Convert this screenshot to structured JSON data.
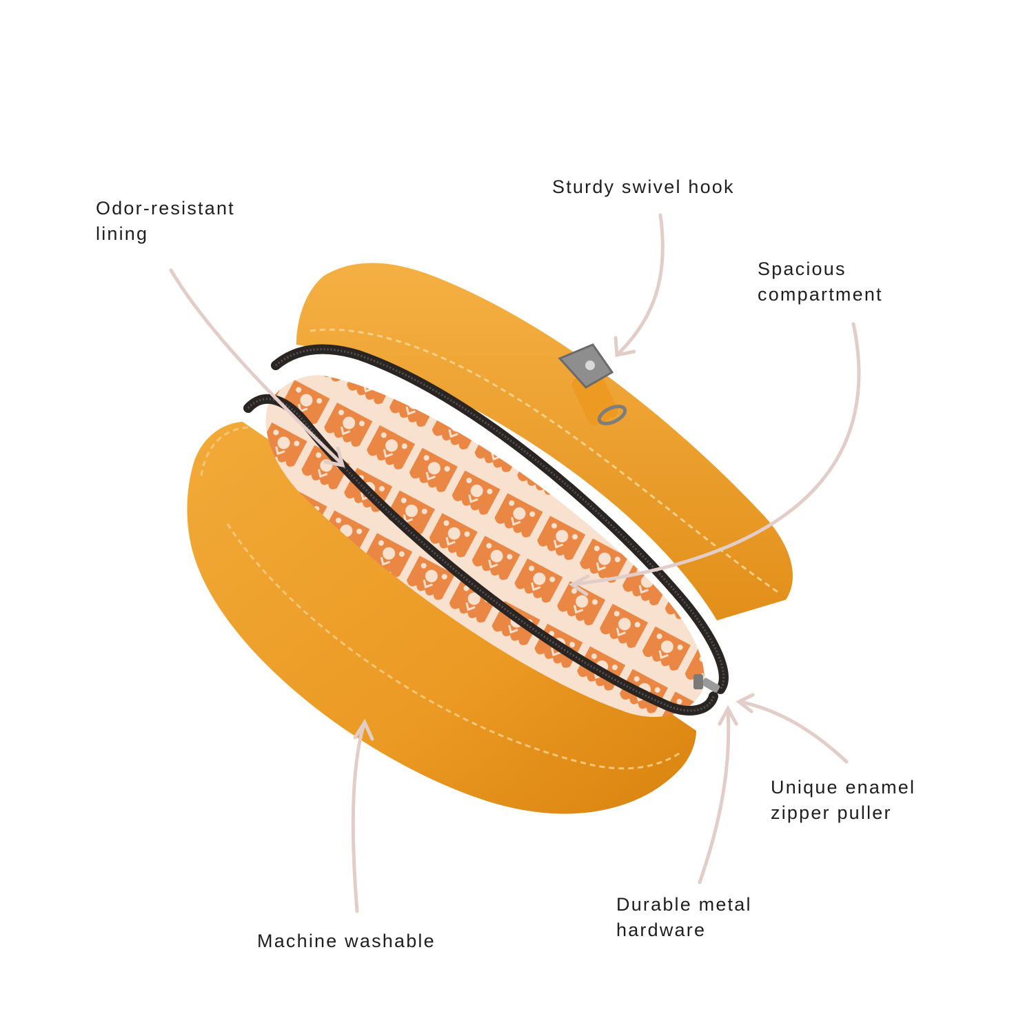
{
  "accent_colors": {
    "bag": "#f0a02c",
    "bag_shadow": "#d98512",
    "lining": "#f6dcc8",
    "lining_pattern": "#e9792e",
    "zipper": "#2a2522",
    "hardware": "#8c8c8c",
    "arrow": "#e2cdc8"
  },
  "callouts": {
    "odor_lining": {
      "line1": "Odor-resistant",
      "line2": "lining"
    },
    "swivel_hook": {
      "line1": "Sturdy swivel hook"
    },
    "compartment": {
      "line1": "Spacious",
      "line2": "compartment"
    },
    "zipper_puller": {
      "line1": "Unique enamel",
      "line2": "zipper puller"
    },
    "metal_hardware": {
      "line1": "Durable metal",
      "line2": "hardware"
    },
    "washable": {
      "line1": "Machine washable"
    }
  },
  "icons": {
    "product": "round-pouch-bag",
    "arrows": "curved-pointer-arrow"
  }
}
